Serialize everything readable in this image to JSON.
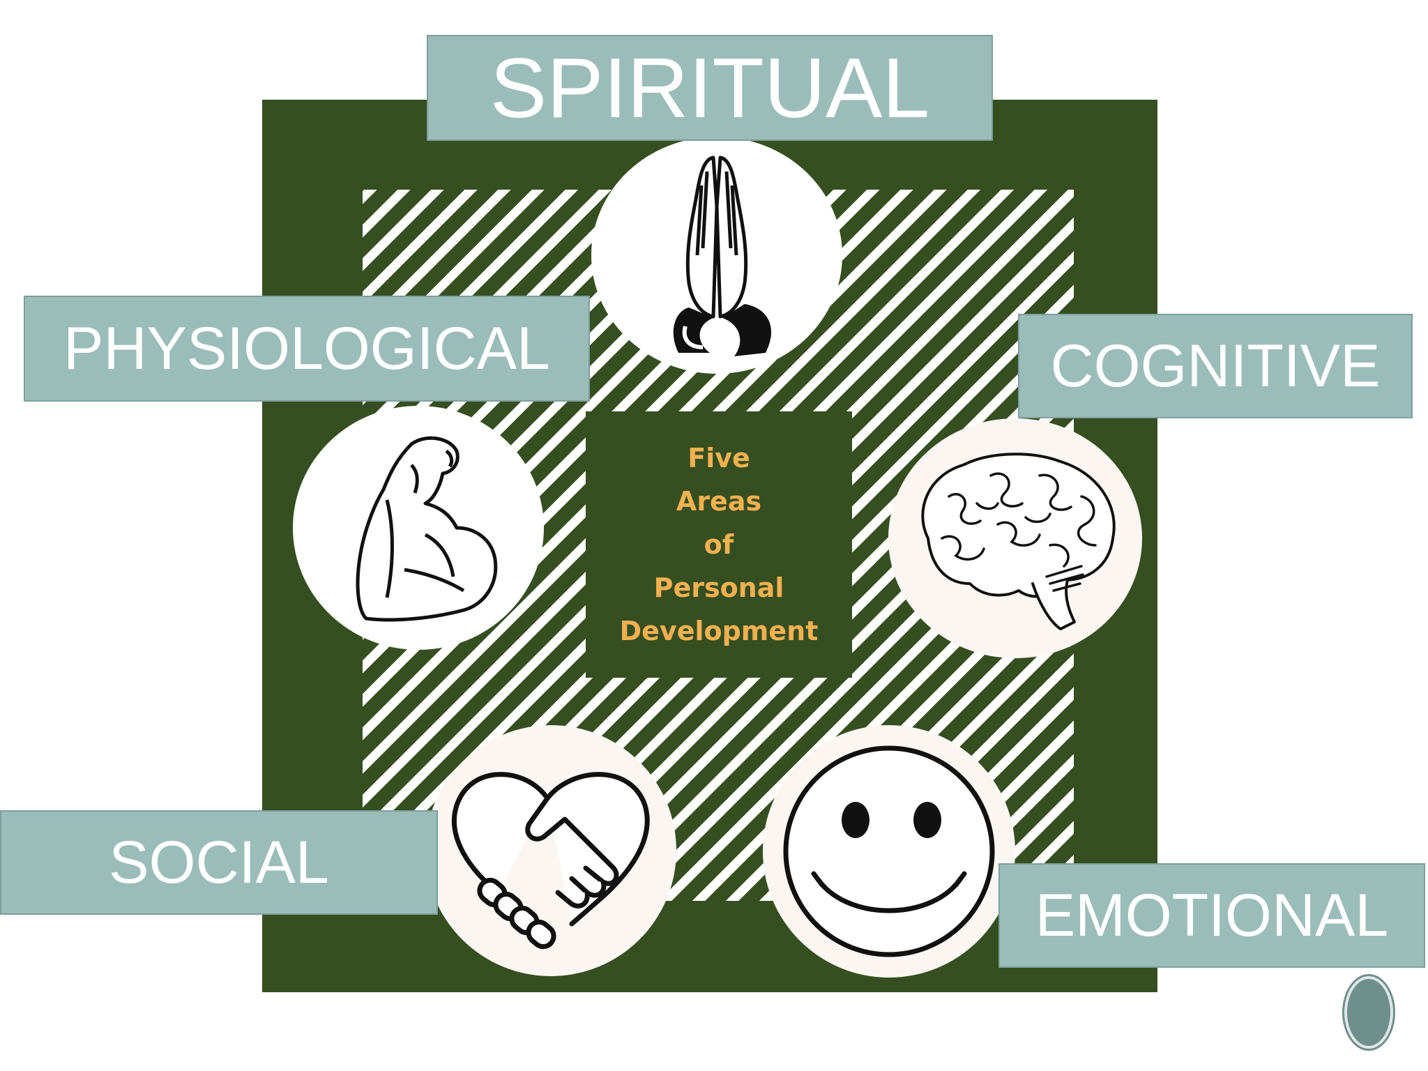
{
  "diagram": {
    "center": {
      "line1": "Five",
      "line2": "Areas",
      "line3": "of",
      "line4": "Personal",
      "line5": "Development"
    },
    "labels": {
      "spiritual": "SPIRITUAL",
      "physiological": "PHYSIOLOGICAL",
      "cognitive": "COGNITIVE",
      "social": "SOCIAL",
      "emotional": "EMOTIONAL"
    },
    "icons": {
      "spiritual": "praying-hands-icon",
      "physiological": "flexed-arm-icon",
      "cognitive": "brain-icon",
      "social": "handshake-heart-icon",
      "emotional": "smiley-face-icon"
    },
    "colors": {
      "frame": "#364f21",
      "label_fill": "#9bbdba",
      "center_text": "#f2b150"
    }
  }
}
